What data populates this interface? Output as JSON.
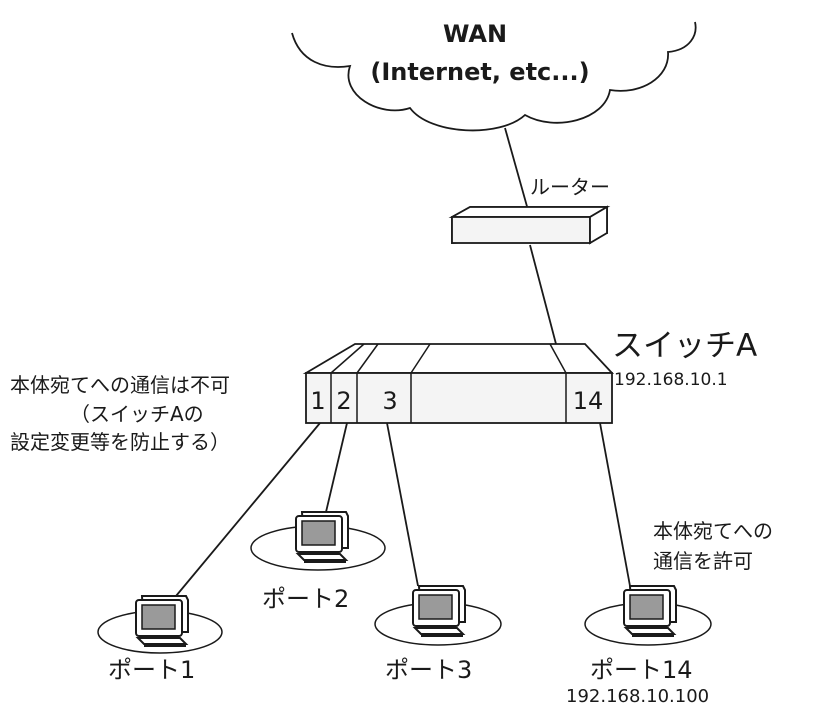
{
  "wan": {
    "title": "WAN",
    "subtitle": "(Internet, etc...)"
  },
  "router": {
    "label": "ルーター"
  },
  "switch": {
    "name": "スイッチA",
    "ip": "192.168.10.1",
    "ports": [
      "1",
      "2",
      "3",
      "14"
    ]
  },
  "note_left": {
    "line1": "本体宛てへの通信は不可",
    "line2": "（スイッチAの",
    "line3": "設定変更等を防止する）"
  },
  "note_right": {
    "line1": "本体宛てへの",
    "line2": "通信を許可"
  },
  "pcs": {
    "p1": {
      "label": "ポート1"
    },
    "p2": {
      "label": "ポート2"
    },
    "p3": {
      "label": "ポート3"
    },
    "p14": {
      "label": "ポート14",
      "ip": "192.168.10.100"
    }
  }
}
